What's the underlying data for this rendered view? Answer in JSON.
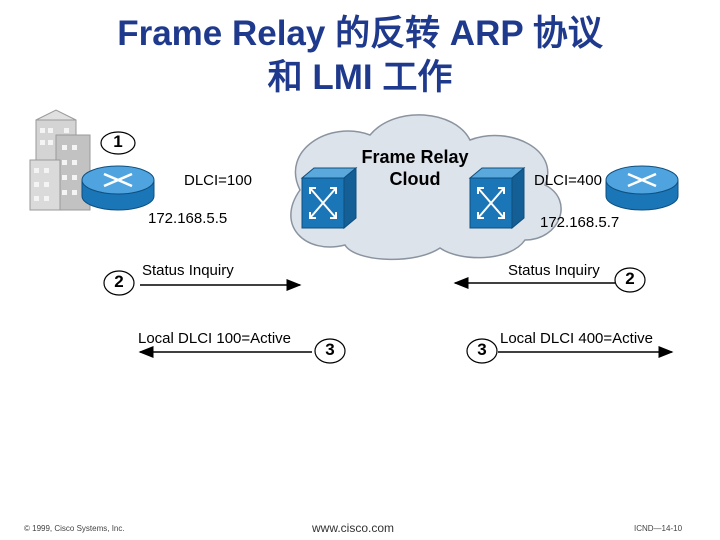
{
  "title": {
    "line1": "Frame Relay 的反转 ARP 协议",
    "line2": "和 LMI 工作"
  },
  "cloud": {
    "label_line1": "Frame Relay",
    "label_line2": "Cloud"
  },
  "left_router": {
    "dlci": "DLCI=100",
    "ip": "172.168.5.5"
  },
  "right_router": {
    "dlci": "DLCI=400",
    "ip": "172.168.5.7"
  },
  "steps": {
    "step1": "1",
    "step2_left": "2",
    "step2_right": "2",
    "step3_left": "3",
    "step3_right": "3"
  },
  "messages": {
    "status_left": "Status Inquiry",
    "status_right": "Status Inquiry",
    "lmi_left": "Local DLCI 100=Active",
    "lmi_right": "Local DLCI 400=Active"
  },
  "footer": {
    "copyright": "© 1999, Cisco Systems, Inc.",
    "website": "www.cisco.com",
    "page": "ICND—14-10"
  },
  "colors": {
    "title": "#1f3a8c",
    "router": "#1b76b8",
    "router_top": "#4fa3df",
    "switch": "#1b76b8",
    "cloud_fill": "#dde3ea",
    "cloud_stroke": "#8a94a0",
    "building": "#c9c9c9"
  }
}
